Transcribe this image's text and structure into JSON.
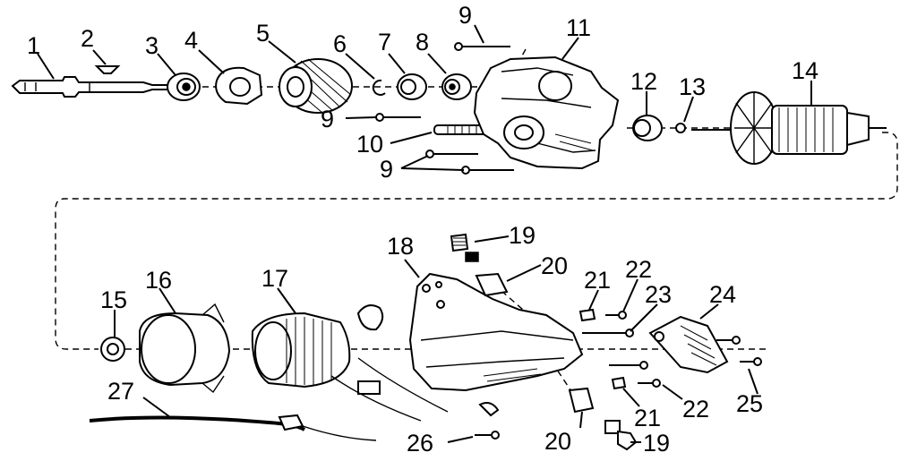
{
  "title": "",
  "part_labels": [
    "1",
    "2",
    "3",
    "4",
    "5",
    "6",
    "7",
    "8",
    "9",
    "9",
    "9",
    "10",
    "11",
    "12",
    "13",
    "14",
    "15",
    "16",
    "17",
    "18",
    "19",
    "19",
    "20",
    "20",
    "21",
    "21",
    "22",
    "22",
    "23",
    "24",
    "25",
    "26",
    "27"
  ]
}
